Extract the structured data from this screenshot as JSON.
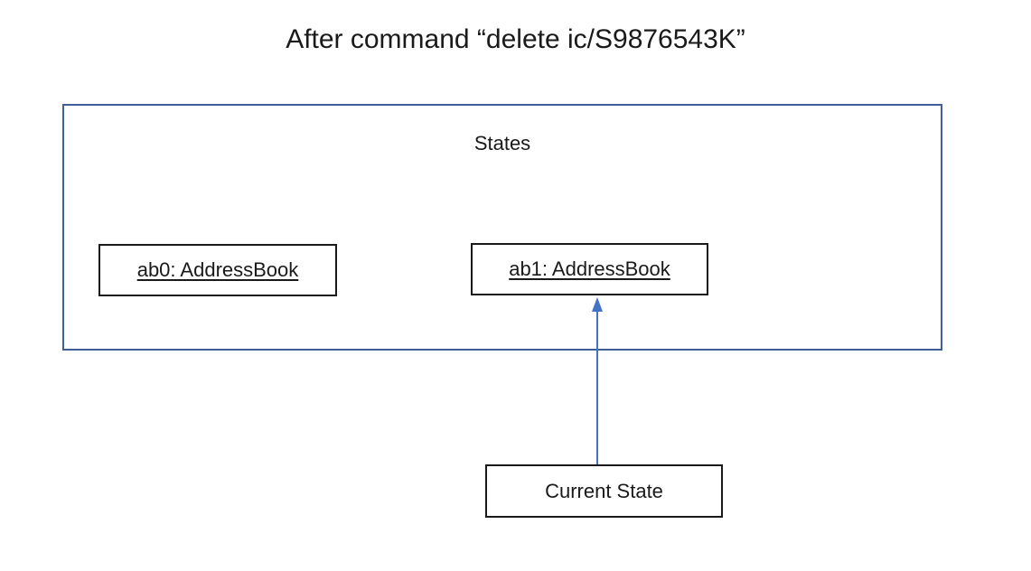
{
  "title": "After command “delete ic/S9876543K”",
  "frame": {
    "label": "States"
  },
  "objects": [
    {
      "label": "ab0: AddressBook"
    },
    {
      "label": "ab1: AddressBook"
    }
  ],
  "pointer": {
    "label": "Current State",
    "target": "ab1: AddressBook"
  },
  "colors": {
    "frame_border": "#3f5f96",
    "arrow": "#4472c4",
    "box_border": "#1a1a1a"
  }
}
